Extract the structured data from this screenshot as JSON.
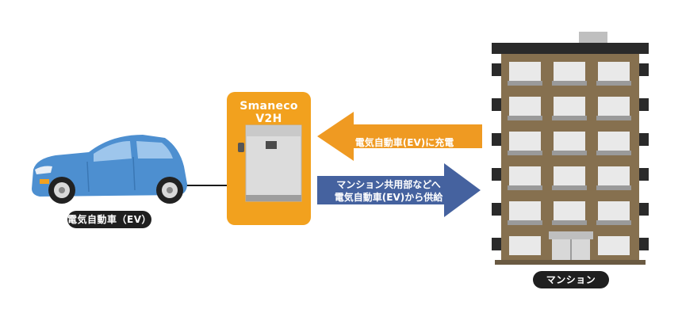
{
  "car": {
    "label": "電気自動車（EV）",
    "body_color": "#4d8fd0"
  },
  "v2h": {
    "title": "Smaneco V2H",
    "box_color": "#f2a11e",
    "unit_color": "#d8d8d8"
  },
  "arrows": {
    "charge": {
      "text": "電気自動車(EV)に充電",
      "color": "#ef9a22"
    },
    "supply": {
      "lines": [
        "マンション共用部などへ",
        "電気自動車(EV)から供給"
      ],
      "color": "#45629f"
    }
  },
  "building": {
    "label": "マンション",
    "wall_color": "#86704f",
    "roof_color": "#2a2a2a"
  }
}
